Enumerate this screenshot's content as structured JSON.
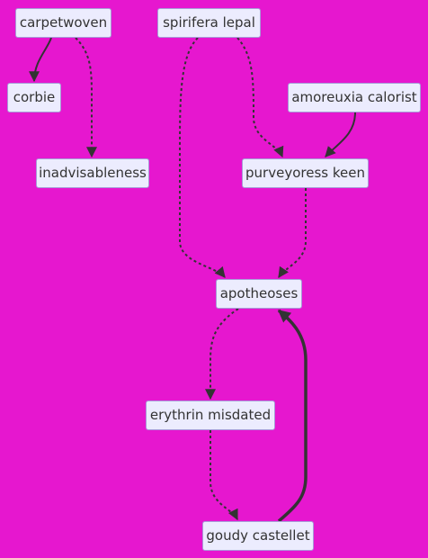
{
  "nodes": {
    "carpetwoven": "carpetwoven",
    "corbie": "corbie",
    "inadvisableness": "inadvisableness",
    "spirifera_lepal": "spirifera lepal",
    "amoreuxia_calorist": "amoreuxia calorist",
    "purveyoress_keen": "purveyoress keen",
    "apotheoses": "apotheoses",
    "erythrin_misdated": "erythrin misdated",
    "goudy_castellet": "goudy castellet"
  },
  "edges": [
    {
      "from": "carpetwoven",
      "to": "corbie",
      "style": "solid"
    },
    {
      "from": "carpetwoven",
      "to": "inadvisableness",
      "style": "dotted"
    },
    {
      "from": "spirifera_lepal",
      "to": "purveyoress_keen",
      "style": "dotted"
    },
    {
      "from": "amoreuxia_calorist",
      "to": "purveyoress_keen",
      "style": "solid"
    },
    {
      "from": "spirifera_lepal",
      "to": "apotheoses",
      "style": "dotted"
    },
    {
      "from": "purveyoress_keen",
      "to": "apotheoses",
      "style": "dotted"
    },
    {
      "from": "apotheoses",
      "to": "erythrin_misdated",
      "style": "dotted"
    },
    {
      "from": "erythrin_misdated",
      "to": "goudy_castellet",
      "style": "dotted"
    },
    {
      "from": "goudy_castellet",
      "to": "apotheoses",
      "style": "thick"
    }
  ],
  "colors": {
    "background": "#e617cf",
    "node_fill": "#ececfe",
    "node_border": "#a89ad8",
    "edge": "#333333",
    "text": "#333333"
  }
}
